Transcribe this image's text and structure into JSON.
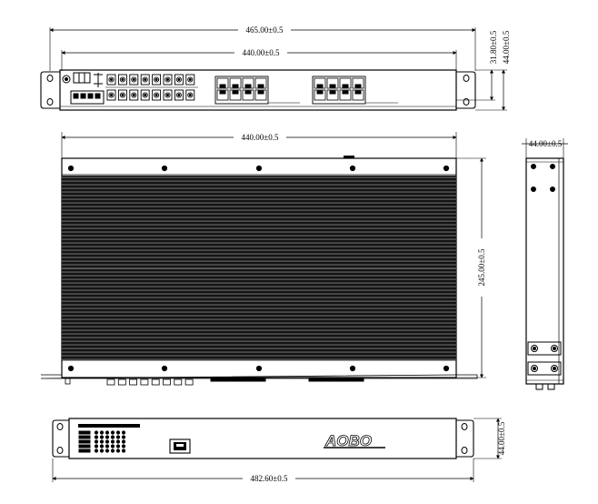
{
  "dimensions": {
    "front_overall_width": "465.00±0.5",
    "front_body_width": "440.00±0.5",
    "front_flange_height": "31.80±0.5",
    "front_height": "44.00±0.5",
    "top_width": "440.00±0.5",
    "top_depth": "245.00±0.5",
    "side_width": "44.00±0.5",
    "rear_height": "44.00±0.5",
    "rear_overall_width": "482.60±0.5"
  },
  "brand": {
    "logo": "AOBO"
  },
  "colors": {
    "line": "#000000",
    "fin_dark": "#1a1a1a",
    "fin_light": "#5a5a5a",
    "background": "#ffffff"
  }
}
